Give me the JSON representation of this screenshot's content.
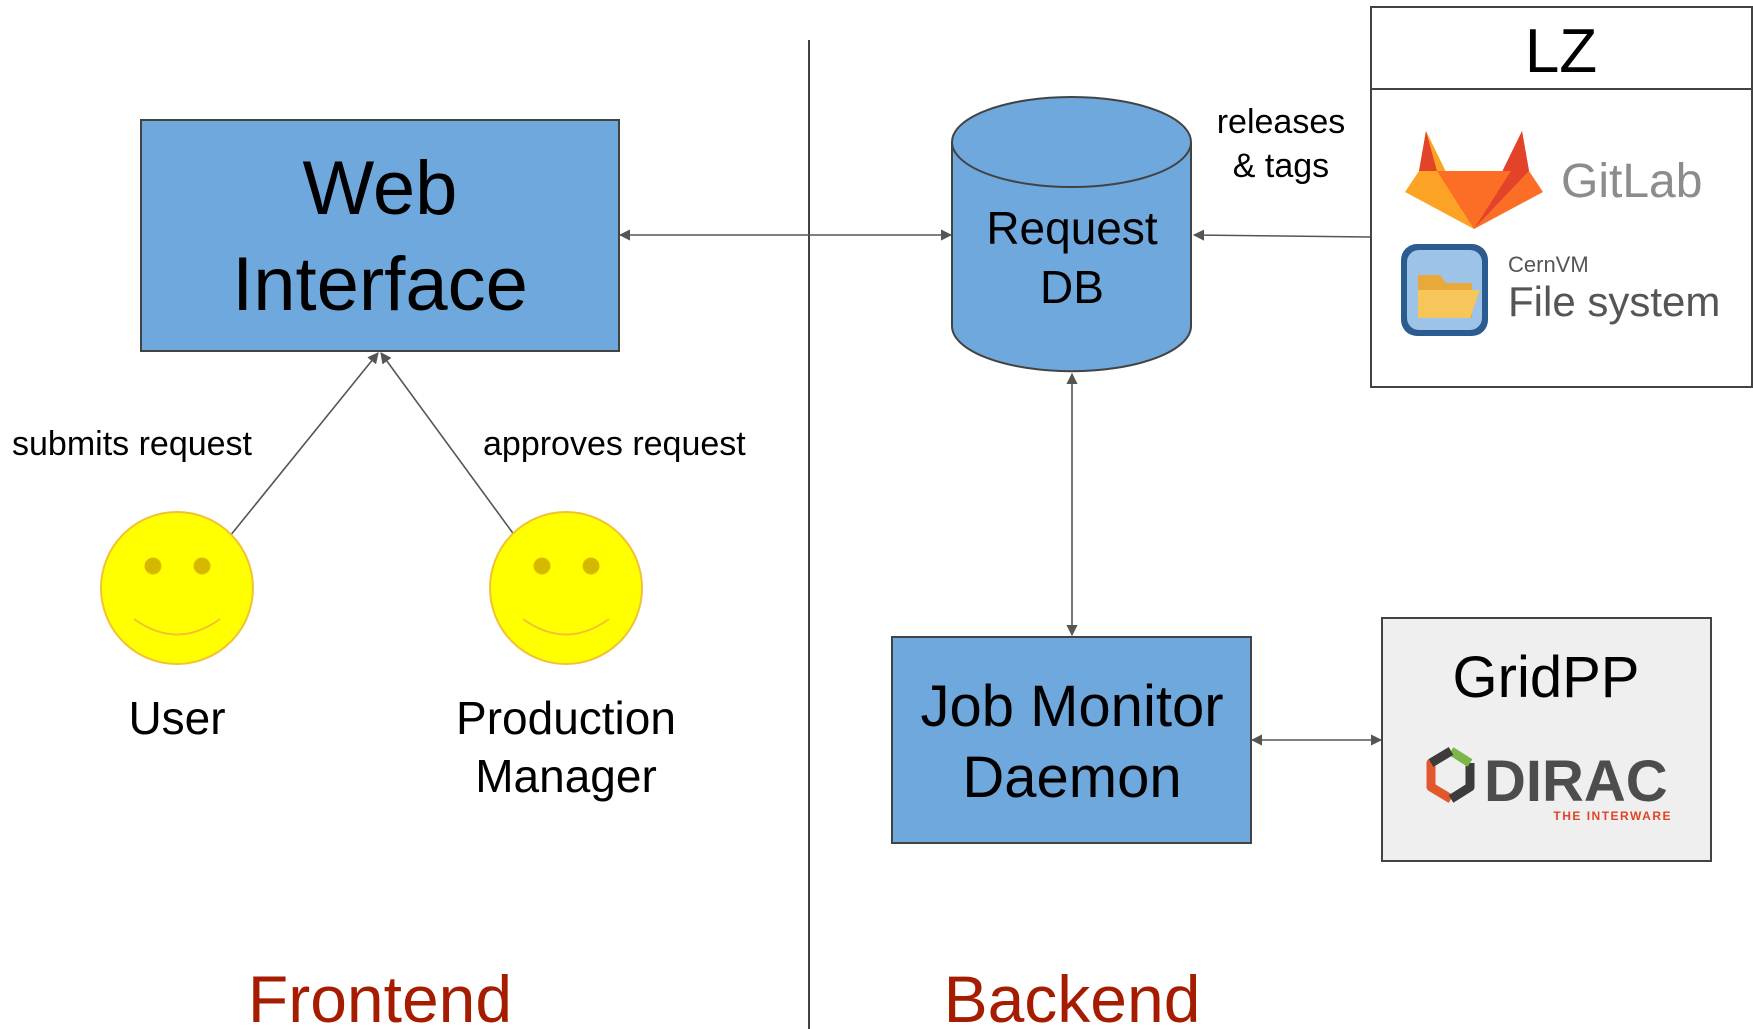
{
  "web_interface": {
    "line1": "Web",
    "line2": "Interface"
  },
  "request_db": {
    "line1": "Request",
    "line2": "DB"
  },
  "job_monitor": {
    "line1": "Job Monitor",
    "line2": "Daemon"
  },
  "lz": {
    "title": "LZ",
    "gitlab_text": "GitLab",
    "cvmfs_small": "CernVM",
    "cvmfs_big": "File system"
  },
  "gridpp": {
    "title": "GridPP",
    "dirac_text": "DIRAC",
    "dirac_tagline": "THE INTERWARE"
  },
  "edge_labels": {
    "submits": "submits request",
    "approves": "approves request",
    "releases_line1": "releases",
    "releases_line2": "& tags"
  },
  "actors": {
    "user": "User",
    "manager_line1": "Production",
    "manager_line2": "Manager"
  },
  "sections": {
    "frontend": "Frontend",
    "backend": "Backend"
  },
  "colors": {
    "box_fill": "#6fa8dc",
    "box_stroke": "#434343",
    "face_fill": "#ffff00",
    "face_stroke": "#f1c232",
    "section_label": "#a61c00",
    "gridpp_fill": "#efefef",
    "gitlab_orange": "#fc6d26",
    "gitlab_red": "#e24329",
    "gitlab_amber": "#fca326",
    "gitlab_text": "#8c8c8c",
    "dirac_text": "#4d4d4d",
    "dirac_tagline": "#e24329"
  }
}
